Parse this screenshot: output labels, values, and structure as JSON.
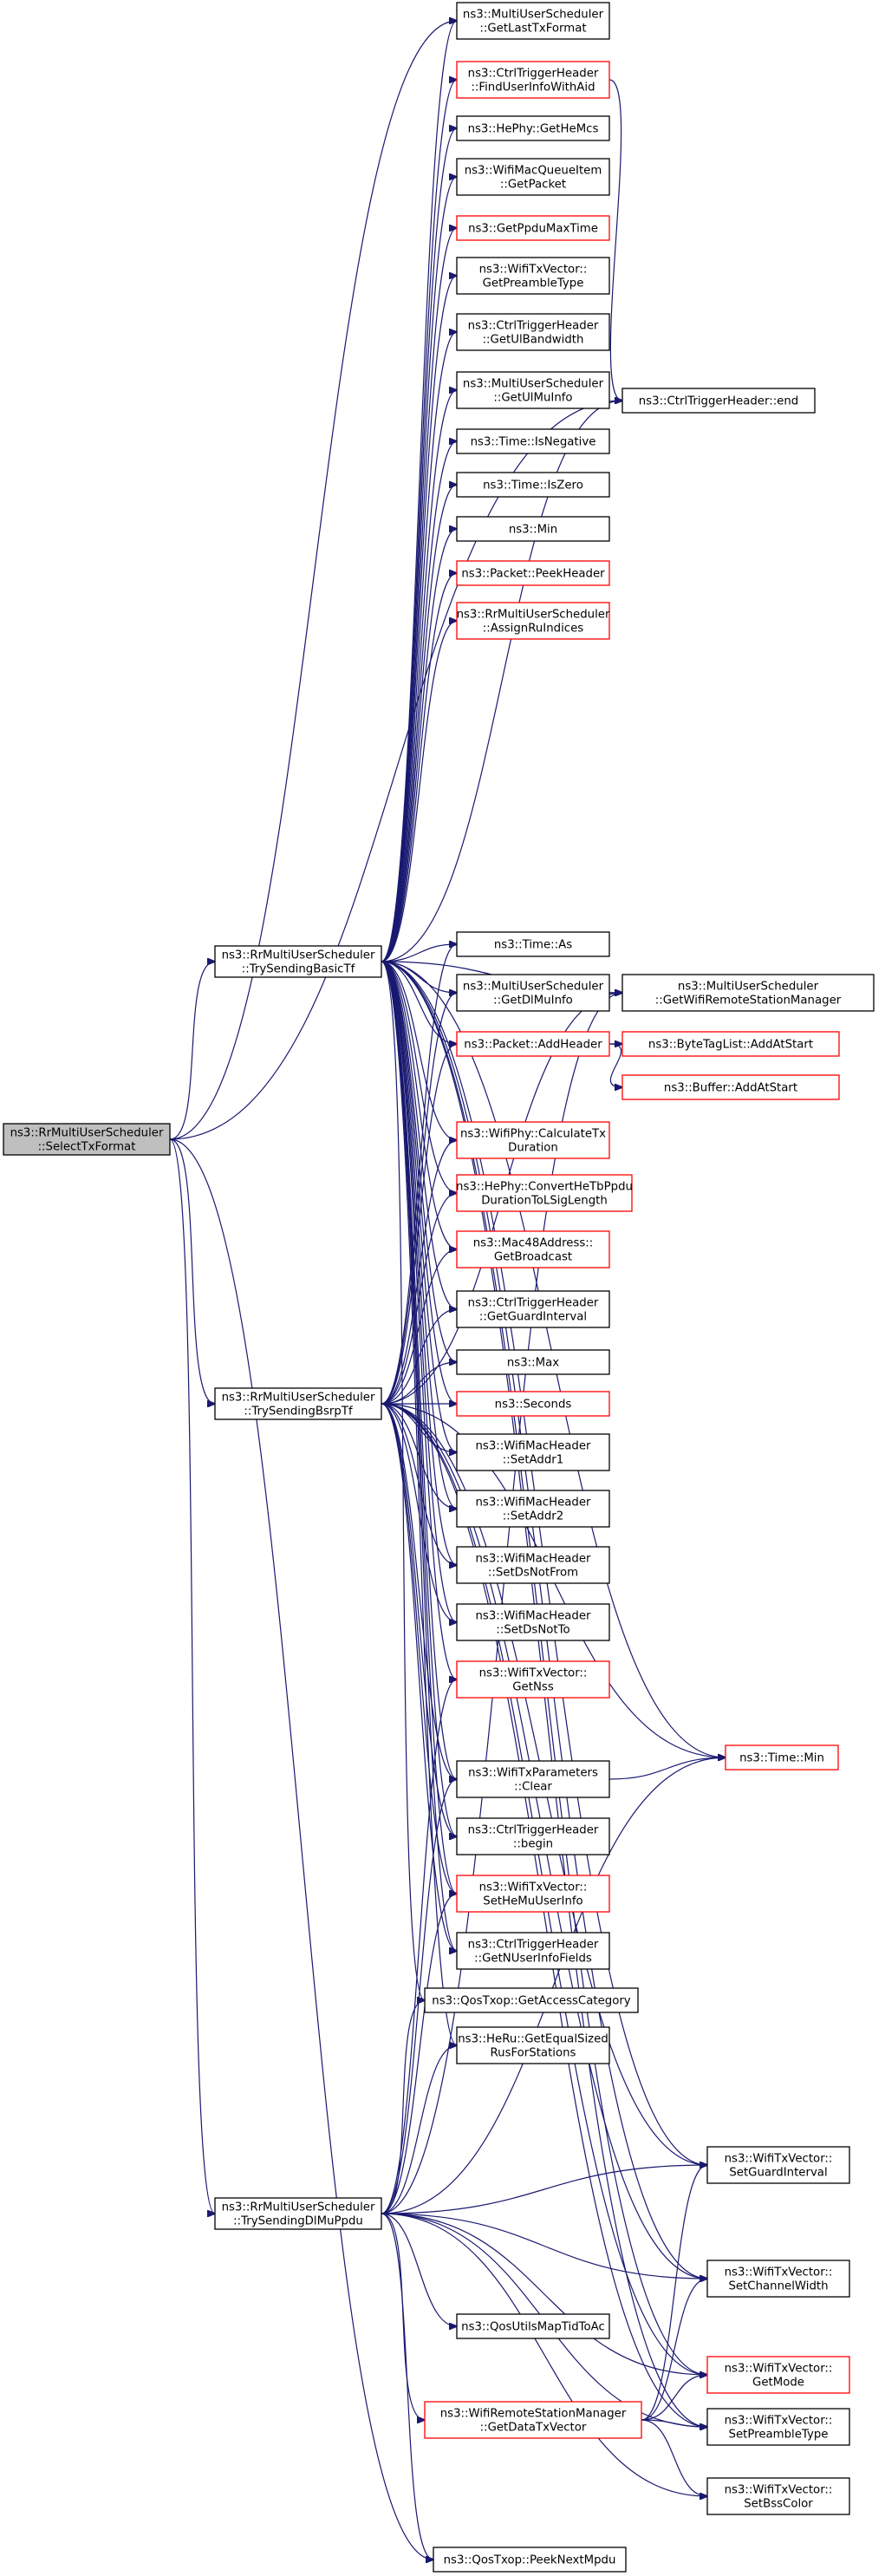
{
  "colors": {
    "edge": "#191970",
    "red_border": "#ff0000",
    "black_border": "#000000",
    "root_fill": "#bfbfbf"
  },
  "nodes": [
    {
      "id": "root",
      "lines": [
        "ns3::RrMultiUserScheduler",
        "::SelectTxFormat"
      ],
      "border": "gray"
    },
    {
      "id": "basic",
      "lines": [
        "ns3::RrMultiUserScheduler",
        "::TrySendingBasicTf"
      ],
      "border": "black"
    },
    {
      "id": "bsrp",
      "lines": [
        "ns3::RrMultiUserScheduler",
        "::TrySendingBsrpTf"
      ],
      "border": "black"
    },
    {
      "id": "dlmu",
      "lines": [
        "ns3::RrMultiUserScheduler",
        "::TrySendingDlMuPpdu"
      ],
      "border": "black"
    },
    {
      "id": "getlasttx",
      "lines": [
        "ns3::MultiUserScheduler",
        "::GetLastTxFormat"
      ],
      "border": "black"
    },
    {
      "id": "finduser",
      "lines": [
        "ns3::CtrlTriggerHeader",
        "::FindUserInfoWithAid"
      ],
      "border": "red"
    },
    {
      "id": "hemcs",
      "lines": [
        "ns3::HePhy::GetHeMcs"
      ],
      "border": "black"
    },
    {
      "id": "getpacket",
      "lines": [
        "ns3::WifiMacQueueItem",
        "::GetPacket"
      ],
      "border": "black"
    },
    {
      "id": "ppdumax",
      "lines": [
        "ns3::GetPpduMaxTime"
      ],
      "border": "red"
    },
    {
      "id": "preambletype",
      "lines": [
        "ns3::WifiTxVector::",
        "GetPreambleType"
      ],
      "border": "black"
    },
    {
      "id": "ulbw",
      "lines": [
        "ns3::CtrlTriggerHeader",
        "::GetUlBandwidth"
      ],
      "border": "black"
    },
    {
      "id": "ulmuinfo",
      "lines": [
        "ns3::MultiUserScheduler",
        "::GetUlMuInfo"
      ],
      "border": "black"
    },
    {
      "id": "isneg",
      "lines": [
        "ns3::Time::IsNegative"
      ],
      "border": "black"
    },
    {
      "id": "iszero",
      "lines": [
        "ns3::Time::IsZero"
      ],
      "border": "black"
    },
    {
      "id": "min",
      "lines": [
        "ns3::Min"
      ],
      "border": "black"
    },
    {
      "id": "peekheader",
      "lines": [
        "ns3::Packet::PeekHeader"
      ],
      "border": "red"
    },
    {
      "id": "assignru",
      "lines": [
        "ns3::RrMultiUserScheduler",
        "::AssignRuIndices"
      ],
      "border": "red"
    },
    {
      "id": "trigend",
      "lines": [
        "ns3::CtrlTriggerHeader::end"
      ],
      "border": "black"
    },
    {
      "id": "timeas",
      "lines": [
        "ns3::Time::As"
      ],
      "border": "black"
    },
    {
      "id": "dlmuinfo",
      "lines": [
        "ns3::MultiUserScheduler",
        "::GetDlMuInfo"
      ],
      "border": "black"
    },
    {
      "id": "remotemgr",
      "lines": [
        "ns3::MultiUserScheduler",
        "::GetWifiRemoteStationManager"
      ],
      "border": "black"
    },
    {
      "id": "addheader",
      "lines": [
        "ns3::Packet::AddHeader"
      ],
      "border": "red"
    },
    {
      "id": "bytetag",
      "lines": [
        "ns3::ByteTagList::AddAtStart"
      ],
      "border": "red"
    },
    {
      "id": "bufferadd",
      "lines": [
        "ns3::Buffer::AddAtStart"
      ],
      "border": "red"
    },
    {
      "id": "calctx",
      "lines": [
        "ns3::WifiPhy::CalculateTx",
        "Duration"
      ],
      "border": "red"
    },
    {
      "id": "convert",
      "lines": [
        "ns3::HePhy::ConvertHeTbPpdu",
        "DurationToLSigLength"
      ],
      "border": "red"
    },
    {
      "id": "broadcast",
      "lines": [
        "ns3::Mac48Address::",
        "GetBroadcast"
      ],
      "border": "red"
    },
    {
      "id": "guardint",
      "lines": [
        "ns3::CtrlTriggerHeader",
        "::GetGuardInterval"
      ],
      "border": "black"
    },
    {
      "id": "max",
      "lines": [
        "ns3::Max"
      ],
      "border": "black"
    },
    {
      "id": "seconds",
      "lines": [
        "ns3::Seconds"
      ],
      "border": "red"
    },
    {
      "id": "addr1",
      "lines": [
        "ns3::WifiMacHeader",
        "::SetAddr1"
      ],
      "border": "black"
    },
    {
      "id": "addr2",
      "lines": [
        "ns3::WifiMacHeader",
        "::SetAddr2"
      ],
      "border": "black"
    },
    {
      "id": "dsnotfrom",
      "lines": [
        "ns3::WifiMacHeader",
        "::SetDsNotFrom"
      ],
      "border": "black"
    },
    {
      "id": "dsnotto",
      "lines": [
        "ns3::WifiMacHeader",
        "::SetDsNotTo"
      ],
      "border": "black"
    },
    {
      "id": "getnss",
      "lines": [
        "ns3::WifiTxVector::",
        "GetNss"
      ],
      "border": "red"
    },
    {
      "id": "timemin",
      "lines": [
        "ns3::Time::Min"
      ],
      "border": "red"
    },
    {
      "id": "txclear",
      "lines": [
        "ns3::WifiTxParameters",
        "::Clear"
      ],
      "border": "black"
    },
    {
      "id": "trigbegin",
      "lines": [
        "ns3::CtrlTriggerHeader",
        "::begin"
      ],
      "border": "black"
    },
    {
      "id": "hemuuser",
      "lines": [
        "ns3::WifiTxVector::",
        "SetHeMuUserInfo"
      ],
      "border": "red"
    },
    {
      "id": "nuserinfo",
      "lines": [
        "ns3::CtrlTriggerHeader",
        "::GetNUserInfoFields"
      ],
      "border": "black"
    },
    {
      "id": "accesscat",
      "lines": [
        "ns3::QosTxop::GetAccessCategory"
      ],
      "border": "black"
    },
    {
      "id": "equalru",
      "lines": [
        "ns3::HeRu::GetEqualSized",
        "RusForStations"
      ],
      "border": "black"
    },
    {
      "id": "setgi",
      "lines": [
        "ns3::WifiTxVector::",
        "SetGuardInterval"
      ],
      "border": "black"
    },
    {
      "id": "setcw",
      "lines": [
        "ns3::WifiTxVector::",
        "SetChannelWidth"
      ],
      "border": "black"
    },
    {
      "id": "tidtoac",
      "lines": [
        "ns3::QosUtilsMapTidToAc"
      ],
      "border": "black"
    },
    {
      "id": "getmode",
      "lines": [
        "ns3::WifiTxVector::",
        "GetMode"
      ],
      "border": "red"
    },
    {
      "id": "datatx",
      "lines": [
        "ns3::WifiRemoteStationManager",
        "::GetDataTxVector"
      ],
      "border": "red"
    },
    {
      "id": "setpreamble",
      "lines": [
        "ns3::WifiTxVector::",
        "SetPreambleType"
      ],
      "border": "black"
    },
    {
      "id": "setbss",
      "lines": [
        "ns3::WifiTxVector::",
        "SetBssColor"
      ],
      "border": "black"
    },
    {
      "id": "peeknext",
      "lines": [
        "ns3::QosTxop::PeekNextMpdu"
      ],
      "border": "black"
    }
  ],
  "edges": [
    [
      "root",
      "getlasttx"
    ],
    [
      "root",
      "basic"
    ],
    [
      "root",
      "bsrp"
    ],
    [
      "root",
      "dlmu"
    ],
    [
      "root",
      "trigend"
    ],
    [
      "root",
      "peeknext"
    ],
    [
      "basic",
      "getlasttx"
    ],
    [
      "basic",
      "finduser"
    ],
    [
      "basic",
      "hemcs"
    ],
    [
      "basic",
      "getpacket"
    ],
    [
      "basic",
      "ppdumax"
    ],
    [
      "basic",
      "preambletype"
    ],
    [
      "basic",
      "ulbw"
    ],
    [
      "basic",
      "ulmuinfo"
    ],
    [
      "basic",
      "isneg"
    ],
    [
      "basic",
      "iszero"
    ],
    [
      "basic",
      "min"
    ],
    [
      "basic",
      "peekheader"
    ],
    [
      "basic",
      "assignru"
    ],
    [
      "basic",
      "trigend"
    ],
    [
      "basic",
      "timeas"
    ],
    [
      "basic",
      "dlmuinfo"
    ],
    [
      "basic",
      "remotemgr"
    ],
    [
      "basic",
      "addheader"
    ],
    [
      "basic",
      "calctx"
    ],
    [
      "basic",
      "convert"
    ],
    [
      "basic",
      "broadcast"
    ],
    [
      "basic",
      "guardint"
    ],
    [
      "basic",
      "max"
    ],
    [
      "basic",
      "seconds"
    ],
    [
      "basic",
      "addr1"
    ],
    [
      "basic",
      "addr2"
    ],
    [
      "basic",
      "dsnotfrom"
    ],
    [
      "basic",
      "dsnotto"
    ],
    [
      "basic",
      "getnss"
    ],
    [
      "basic",
      "timemin"
    ],
    [
      "basic",
      "txclear"
    ],
    [
      "basic",
      "trigbegin"
    ],
    [
      "basic",
      "hemuuser"
    ],
    [
      "basic",
      "nuserinfo"
    ],
    [
      "basic",
      "accesscat"
    ],
    [
      "basic",
      "equalru"
    ],
    [
      "basic",
      "setgi"
    ],
    [
      "basic",
      "setcw"
    ],
    [
      "basic",
      "getmode"
    ],
    [
      "basic",
      "setpreamble"
    ],
    [
      "bsrp",
      "timeas"
    ],
    [
      "bsrp",
      "dlmuinfo"
    ],
    [
      "bsrp",
      "addheader"
    ],
    [
      "bsrp",
      "calctx"
    ],
    [
      "bsrp",
      "convert"
    ],
    [
      "bsrp",
      "broadcast"
    ],
    [
      "bsrp",
      "guardint"
    ],
    [
      "bsrp",
      "max"
    ],
    [
      "bsrp",
      "seconds"
    ],
    [
      "bsrp",
      "addr1"
    ],
    [
      "bsrp",
      "addr2"
    ],
    [
      "bsrp",
      "dsnotfrom"
    ],
    [
      "bsrp",
      "dsnotto"
    ],
    [
      "bsrp",
      "timemin"
    ],
    [
      "bsrp",
      "txclear"
    ],
    [
      "bsrp",
      "trigbegin"
    ],
    [
      "bsrp",
      "hemuuser"
    ],
    [
      "bsrp",
      "nuserinfo"
    ],
    [
      "bsrp",
      "remotemgr"
    ],
    [
      "bsrp",
      "setgi"
    ],
    [
      "bsrp",
      "setcw"
    ],
    [
      "bsrp",
      "getmode"
    ],
    [
      "bsrp",
      "setpreamble"
    ],
    [
      "dlmu",
      "getnss"
    ],
    [
      "dlmu",
      "txclear"
    ],
    [
      "dlmu",
      "hemuuser"
    ],
    [
      "dlmu",
      "accesscat"
    ],
    [
      "dlmu",
      "equalru"
    ],
    [
      "dlmu",
      "setgi"
    ],
    [
      "dlmu",
      "setcw"
    ],
    [
      "dlmu",
      "tidtoac"
    ],
    [
      "dlmu",
      "getmode"
    ],
    [
      "dlmu",
      "datatx"
    ],
    [
      "dlmu",
      "setpreamble"
    ],
    [
      "dlmu",
      "setbss"
    ],
    [
      "dlmu",
      "peeknext"
    ],
    [
      "dlmu",
      "timemin"
    ],
    [
      "dlmu",
      "remotemgr"
    ],
    [
      "finduser",
      "trigend"
    ],
    [
      "dlmuinfo",
      "remotemgr"
    ],
    [
      "addheader",
      "bytetag"
    ],
    [
      "addheader",
      "bufferadd"
    ],
    [
      "txclear",
      "timemin"
    ],
    [
      "datatx",
      "setgi"
    ],
    [
      "datatx",
      "setcw"
    ],
    [
      "datatx",
      "getmode"
    ],
    [
      "datatx",
      "setpreamble"
    ],
    [
      "datatx",
      "setbss"
    ]
  ]
}
